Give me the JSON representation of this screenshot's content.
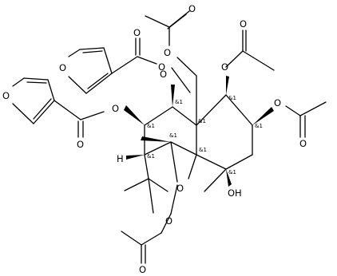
{
  "molecule": {
    "atom_labels": {
      "o_furan1": "O",
      "o_furan1_carbonyl": "O",
      "o_furan1_ester": "O",
      "o_furan2": "O",
      "o_furan2_carbonyl": "O",
      "o_furan2_ester": "O",
      "o_ch2oac_ester": "O",
      "o_ch2oac_carbonyl": "O",
      "o_oac_c6_ester": "O",
      "o_oac_c6_carbonyl": "O",
      "o_oac_c7_ester": "O",
      "o_oac_c7_carbonyl": "O",
      "o_oac_c9_ester": "O",
      "o_oac_c15_ester": "O",
      "o_oac_c15_carbonyl": "O",
      "o_bridge": "O",
      "oh_label": "OH",
      "h_label": "H"
    },
    "stereo_marks": {
      "s_c9": "&1",
      "s_c10": "&1",
      "s_c1": "&1",
      "s_c6": "&1",
      "s_c7": "&1",
      "s_c2": "&1",
      "s_c3": "&1",
      "s_c4": "&1",
      "s_c11": "&1"
    },
    "colors": {
      "ink": "#000000",
      "background": "#ffffff"
    }
  }
}
